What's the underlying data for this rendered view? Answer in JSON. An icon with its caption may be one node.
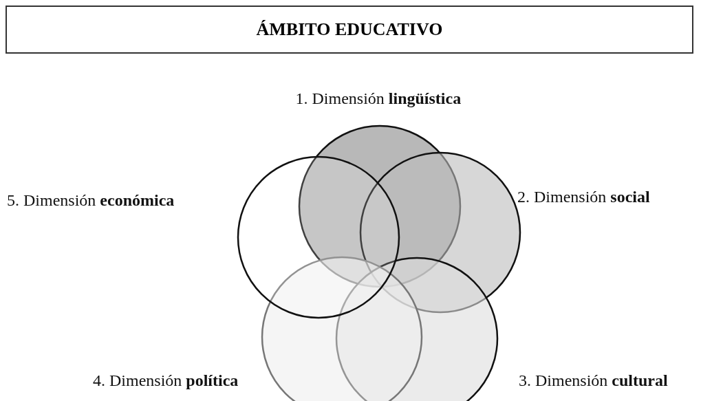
{
  "diagram": {
    "nodes": [
      {
        "text": [
          "ÁMBITO EDUCATIVO"
        ]
      },
      {
        "text": [],
        "shape": "circle",
        "beside": [
          "1. Dimensión **lingüística**"
        ]
      },
      {
        "text": [],
        "shape": "circle",
        "beside": [
          "2. Dimensión **social**"
        ]
      },
      {
        "text": [],
        "shape": "circle",
        "beside": [
          "3. Dimensión **cultural**"
        ]
      },
      {
        "text": [],
        "shape": "circle",
        "beside": [
          "4. Dimensión **política**"
        ]
      },
      {
        "text": [],
        "shape": "circle",
        "beside": [
          "5. Dimensión **económica**"
        ]
      }
    ]
  }
}
